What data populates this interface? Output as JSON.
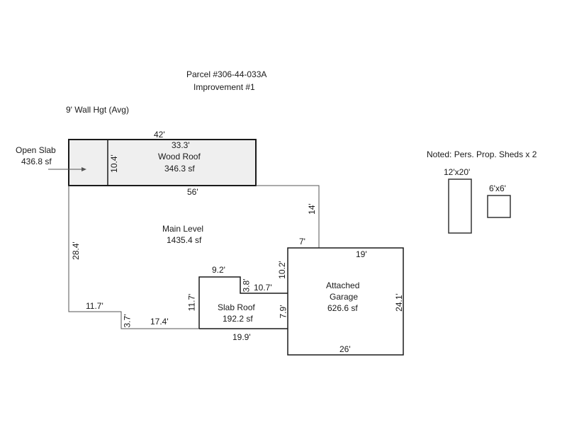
{
  "header": {
    "parcel": "Parcel #306-44-033A",
    "improvement": "Improvement #1",
    "wall_height": "9' Wall Hgt (Avg)"
  },
  "open_slab": {
    "name": "Open Slab",
    "area": "436.8 sf",
    "top_dim": "42'",
    "side_dim": "10.4'"
  },
  "wood_roof": {
    "name": "Wood Roof",
    "area": "346.3 sf",
    "top_dim": "33.3'"
  },
  "main_level": {
    "name": "Main Level",
    "area": "1435.4 sf",
    "dims": {
      "top": "56'",
      "right": "14'",
      "left": "28.4'",
      "step_left": "11.7'",
      "step_down": "3.7'",
      "bottom": "17.4'",
      "garage_offset": "7'"
    }
  },
  "slab_roof": {
    "name": "Slab Roof",
    "area": "192.2 sf",
    "dims": {
      "top": "9.2'",
      "notch_v": "3.8'",
      "notch_h": "10.7'",
      "left": "11.7'",
      "right": "7.9'",
      "bottom": "19.9'",
      "upper_right": "10.2'"
    }
  },
  "garage": {
    "name_line1": "Attached",
    "name_line2": "Garage",
    "area": "626.6 sf",
    "dims": {
      "top": "19'",
      "right": "24.1'",
      "bottom": "26'"
    }
  },
  "sheds": {
    "note": "Noted: Pers. Prop. Sheds x 2",
    "items": [
      {
        "label": "12'x20'"
      },
      {
        "label": "6'x6'"
      }
    ]
  },
  "colors": {
    "line": "#1a1a1a",
    "roof_fill": "#efefef",
    "thin_line": "#555555"
  }
}
